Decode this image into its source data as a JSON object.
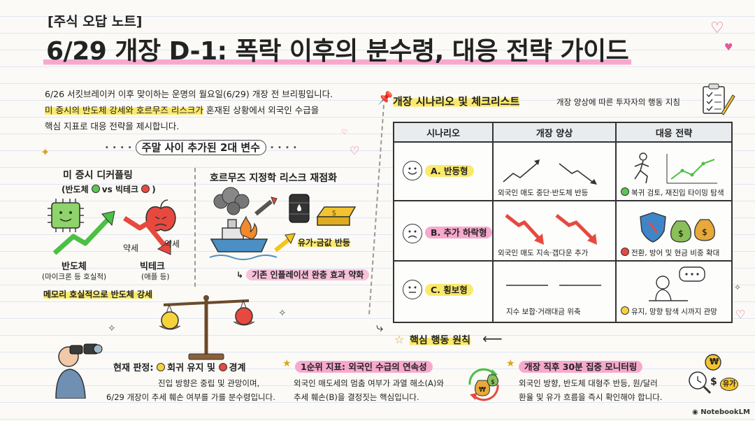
{
  "header": {
    "tag": "[주식 오답 노트]",
    "title": "6/29 개장 D-1: 폭락 이후의 분수령, 대응 전략 가이드"
  },
  "intro": {
    "line1": "6/26 서킷브레이커 이후 맞이하는 운명의 월요일(6/29) 개장 전 브리핑입니다.",
    "line2_hl": "미 증시의 반도체 강세와 호르무즈 리스크가",
    "line2_rest": " 혼재된 상황에서 외국인 수급을",
    "line3": "핵심 지표로 대응 전략을 제시합니다."
  },
  "variables": {
    "title": "주말 사이 추가된 2대 변수",
    "decoupling": {
      "title": "미 증시 디커플링",
      "subtitle_a": "(반도체",
      "subtitle_vs": "vs 빅테크",
      "subtitle_end": ")",
      "semi_label": "반도체",
      "semi_sub": "(마이크론 등 호실적)",
      "bigtech_label": "빅테크",
      "bigtech_sub": "(애플 등)",
      "weak1": "약세",
      "weak2": "약세",
      "note": "메모리 호실적으로 반도체 강세"
    },
    "hormuz": {
      "title": "호르무즈 지정학 리스크 재점화",
      "oil_gold": "유가·금값 반등",
      "inflation": "기존 인플레이션 완충 효과 약화"
    }
  },
  "judgement": {
    "label": "현재 판정:",
    "yellow": "회귀 유지 및",
    "red": "경계",
    "line2": "진입 방향은 중립 및 관망이며,",
    "line3": "6/29 개장이 추세 훼손 여부를 가를 분수령입니다."
  },
  "scenario": {
    "title": "개장 시나리오 및 체크리스트",
    "subtitle": "개장 양상에 따른 투자자의 행동 지침",
    "headers": [
      "시나리오",
      "개장 양상",
      "대응 전략"
    ],
    "rows": [
      {
        "name": "A. 반등형",
        "pattern": "외국인 매도 중단·반도체 반등",
        "strategy": "복귀 검토, 재진입 타이밍 탐색"
      },
      {
        "name": "B. 추가 하락형",
        "pattern": "외국인 매도 지속·갭다운 추가",
        "strategy": "전환, 방어 및 현금 비중 확대"
      },
      {
        "name": "C. 횡보형",
        "pattern": "지수 보합·거래대금 위축",
        "strategy": "유지, 망향 탐색 시까지 관망"
      }
    ]
  },
  "principles": {
    "title": "핵심 행동 원칙",
    "p1_title": "1순위 지표: 외국인 수급의 연속성",
    "p1_line1": "외국인 매도세의 멈춤 여부가 과열 해소(A)와",
    "p1_line2": "추세 훼손(B)을 결정짓는 핵심입니다.",
    "p2_title": "개장 직후 30분 집중 모니터링",
    "p2_line1": "외국인 방향, 반도체 대형주 반등, 원/달러",
    "p2_line2": "환율 및 유가 흐름을 즉시 확인해야 합니다.",
    "won": "₩",
    "dollar": "$",
    "oil_tag": "유가"
  },
  "footer": {
    "brand": "NotebookLM"
  },
  "colors": {
    "yellow": "#fbe96b",
    "pink": "#f7a9cd",
    "blue": "#bcd8f3",
    "green": "#5ec456",
    "red": "#e7493f"
  }
}
